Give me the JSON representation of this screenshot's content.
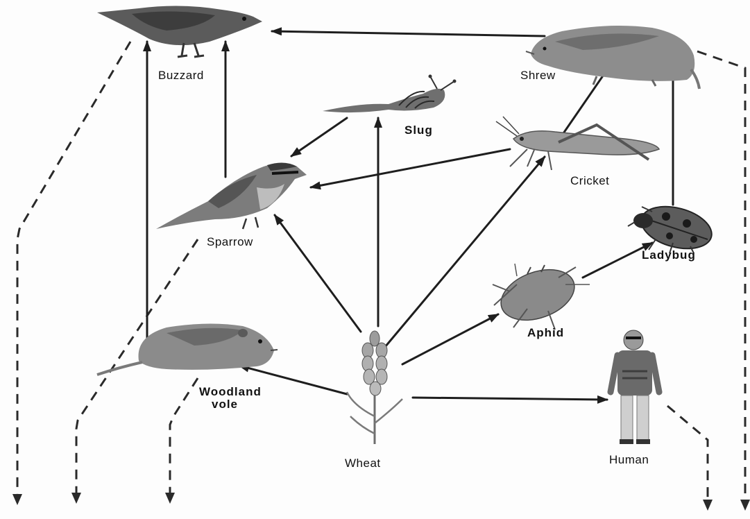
{
  "organisms": {
    "buzzard": {
      "label": "Buzzard",
      "icon": "buzzard-icon"
    },
    "shrew": {
      "label": "Shrew",
      "icon": "shrew-icon"
    },
    "slug": {
      "label": "Slug",
      "icon": "slug-icon"
    },
    "cricket": {
      "label": "Cricket",
      "icon": "cricket-icon"
    },
    "sparrow": {
      "label": "Sparrow",
      "icon": "sparrow-icon"
    },
    "ladybug": {
      "label": "Ladybug",
      "icon": "ladybug-icon"
    },
    "aphid": {
      "label": "Aphid",
      "icon": "aphid-icon"
    },
    "woodland_vole": {
      "label_line1": "Woodland",
      "label_line2": "vole",
      "icon": "woodland-vole-icon"
    },
    "wheat": {
      "label": "Wheat",
      "icon": "wheat-icon"
    },
    "human": {
      "label": "Human",
      "icon": "human-icon"
    }
  },
  "colors": {
    "background": "#ffffff",
    "arrow": "#1e1e1e",
    "dashed_arrow": "#2a2a2a"
  }
}
